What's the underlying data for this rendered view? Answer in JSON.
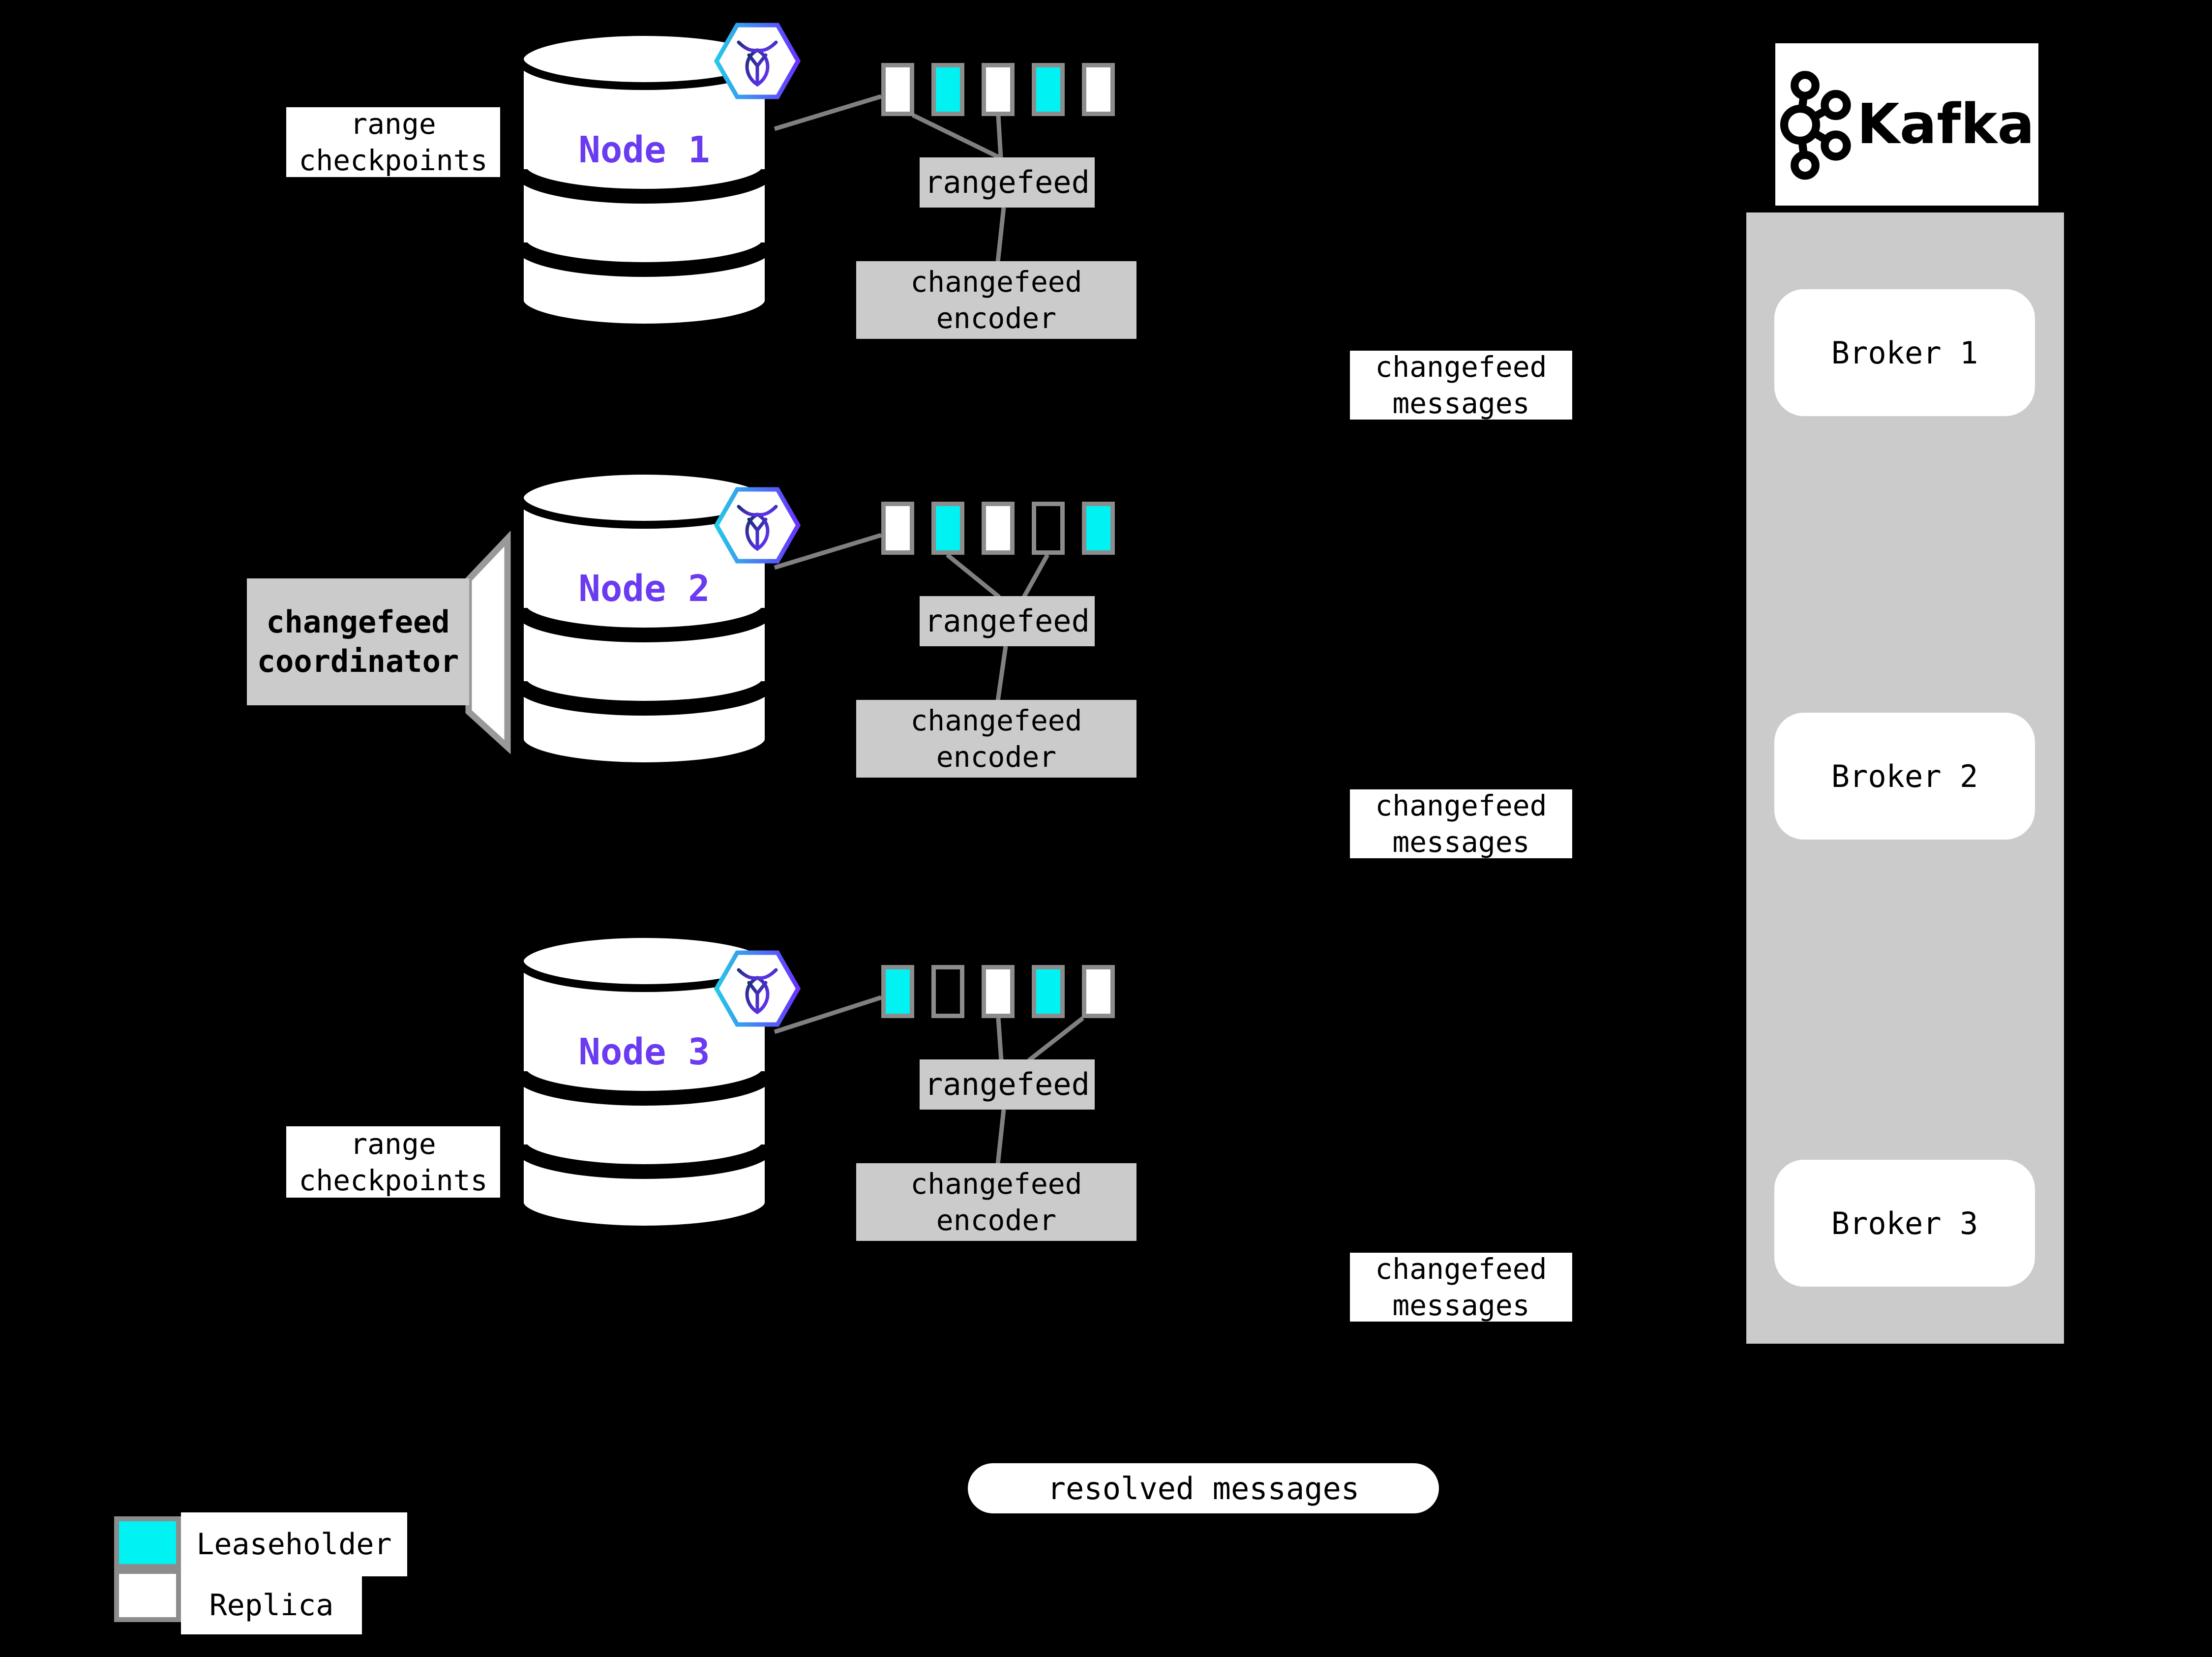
{
  "diagram": {
    "nodes": [
      {
        "name": "Node 1",
        "side_label": {
          "line1": "range",
          "line2": "checkpoints"
        },
        "rangefeed_label": "rangefeed",
        "encoder_label": {
          "line1": "changefeed",
          "line2": "encoder"
        },
        "messages_label": {
          "line1": "changefeed",
          "line2": "messages"
        },
        "ranges": [
          {
            "type": "replica",
            "color": "#ffffff"
          },
          {
            "type": "leaseholder",
            "color": "#00f2f2"
          },
          {
            "type": "replica",
            "color": "#ffffff"
          },
          {
            "type": "leaseholder",
            "color": "#00f2f2"
          },
          {
            "type": "replica",
            "color": "#ffffff"
          }
        ]
      },
      {
        "name": "Node 2",
        "side_label": {
          "line1": "changefeed",
          "line2": "coordinator"
        },
        "rangefeed_label": "rangefeed",
        "encoder_label": {
          "line1": "changefeed",
          "line2": "encoder"
        },
        "messages_label": {
          "line1": "changefeed",
          "line2": "messages"
        },
        "ranges": [
          {
            "type": "replica",
            "color": "#ffffff"
          },
          {
            "type": "leaseholder",
            "color": "#00f2f2"
          },
          {
            "type": "replica",
            "color": "#ffffff"
          },
          {
            "type": "empty",
            "color": "#000000"
          },
          {
            "type": "leaseholder",
            "color": "#00f2f2"
          }
        ]
      },
      {
        "name": "Node 3",
        "side_label": {
          "line1": "range",
          "line2": "checkpoints"
        },
        "rangefeed_label": "rangefeed",
        "encoder_label": {
          "line1": "changefeed",
          "line2": "encoder"
        },
        "messages_label": {
          "line1": "changefeed",
          "line2": "messages"
        },
        "ranges": [
          {
            "type": "leaseholder",
            "color": "#00f2f2"
          },
          {
            "type": "empty",
            "color": "#000000"
          },
          {
            "type": "replica",
            "color": "#ffffff"
          },
          {
            "type": "leaseholder",
            "color": "#00f2f2"
          },
          {
            "type": "replica",
            "color": "#ffffff"
          }
        ]
      }
    ],
    "kafka": {
      "logo_text": "Kafka",
      "brokers": [
        "Broker 1",
        "Broker 2",
        "Broker 3"
      ]
    },
    "resolved_label": "resolved messages",
    "legend": [
      {
        "label": "Leaseholder",
        "color": "#00f2f2"
      },
      {
        "label": "Replica",
        "color": "#ffffff"
      }
    ],
    "colors": {
      "leaseholder": "#00f2f2",
      "replica": "#ffffff",
      "empty": "#000000",
      "node_name": "#6a3bf0",
      "box_gray": "#cbcbcb",
      "line_gray": "#808080"
    }
  }
}
